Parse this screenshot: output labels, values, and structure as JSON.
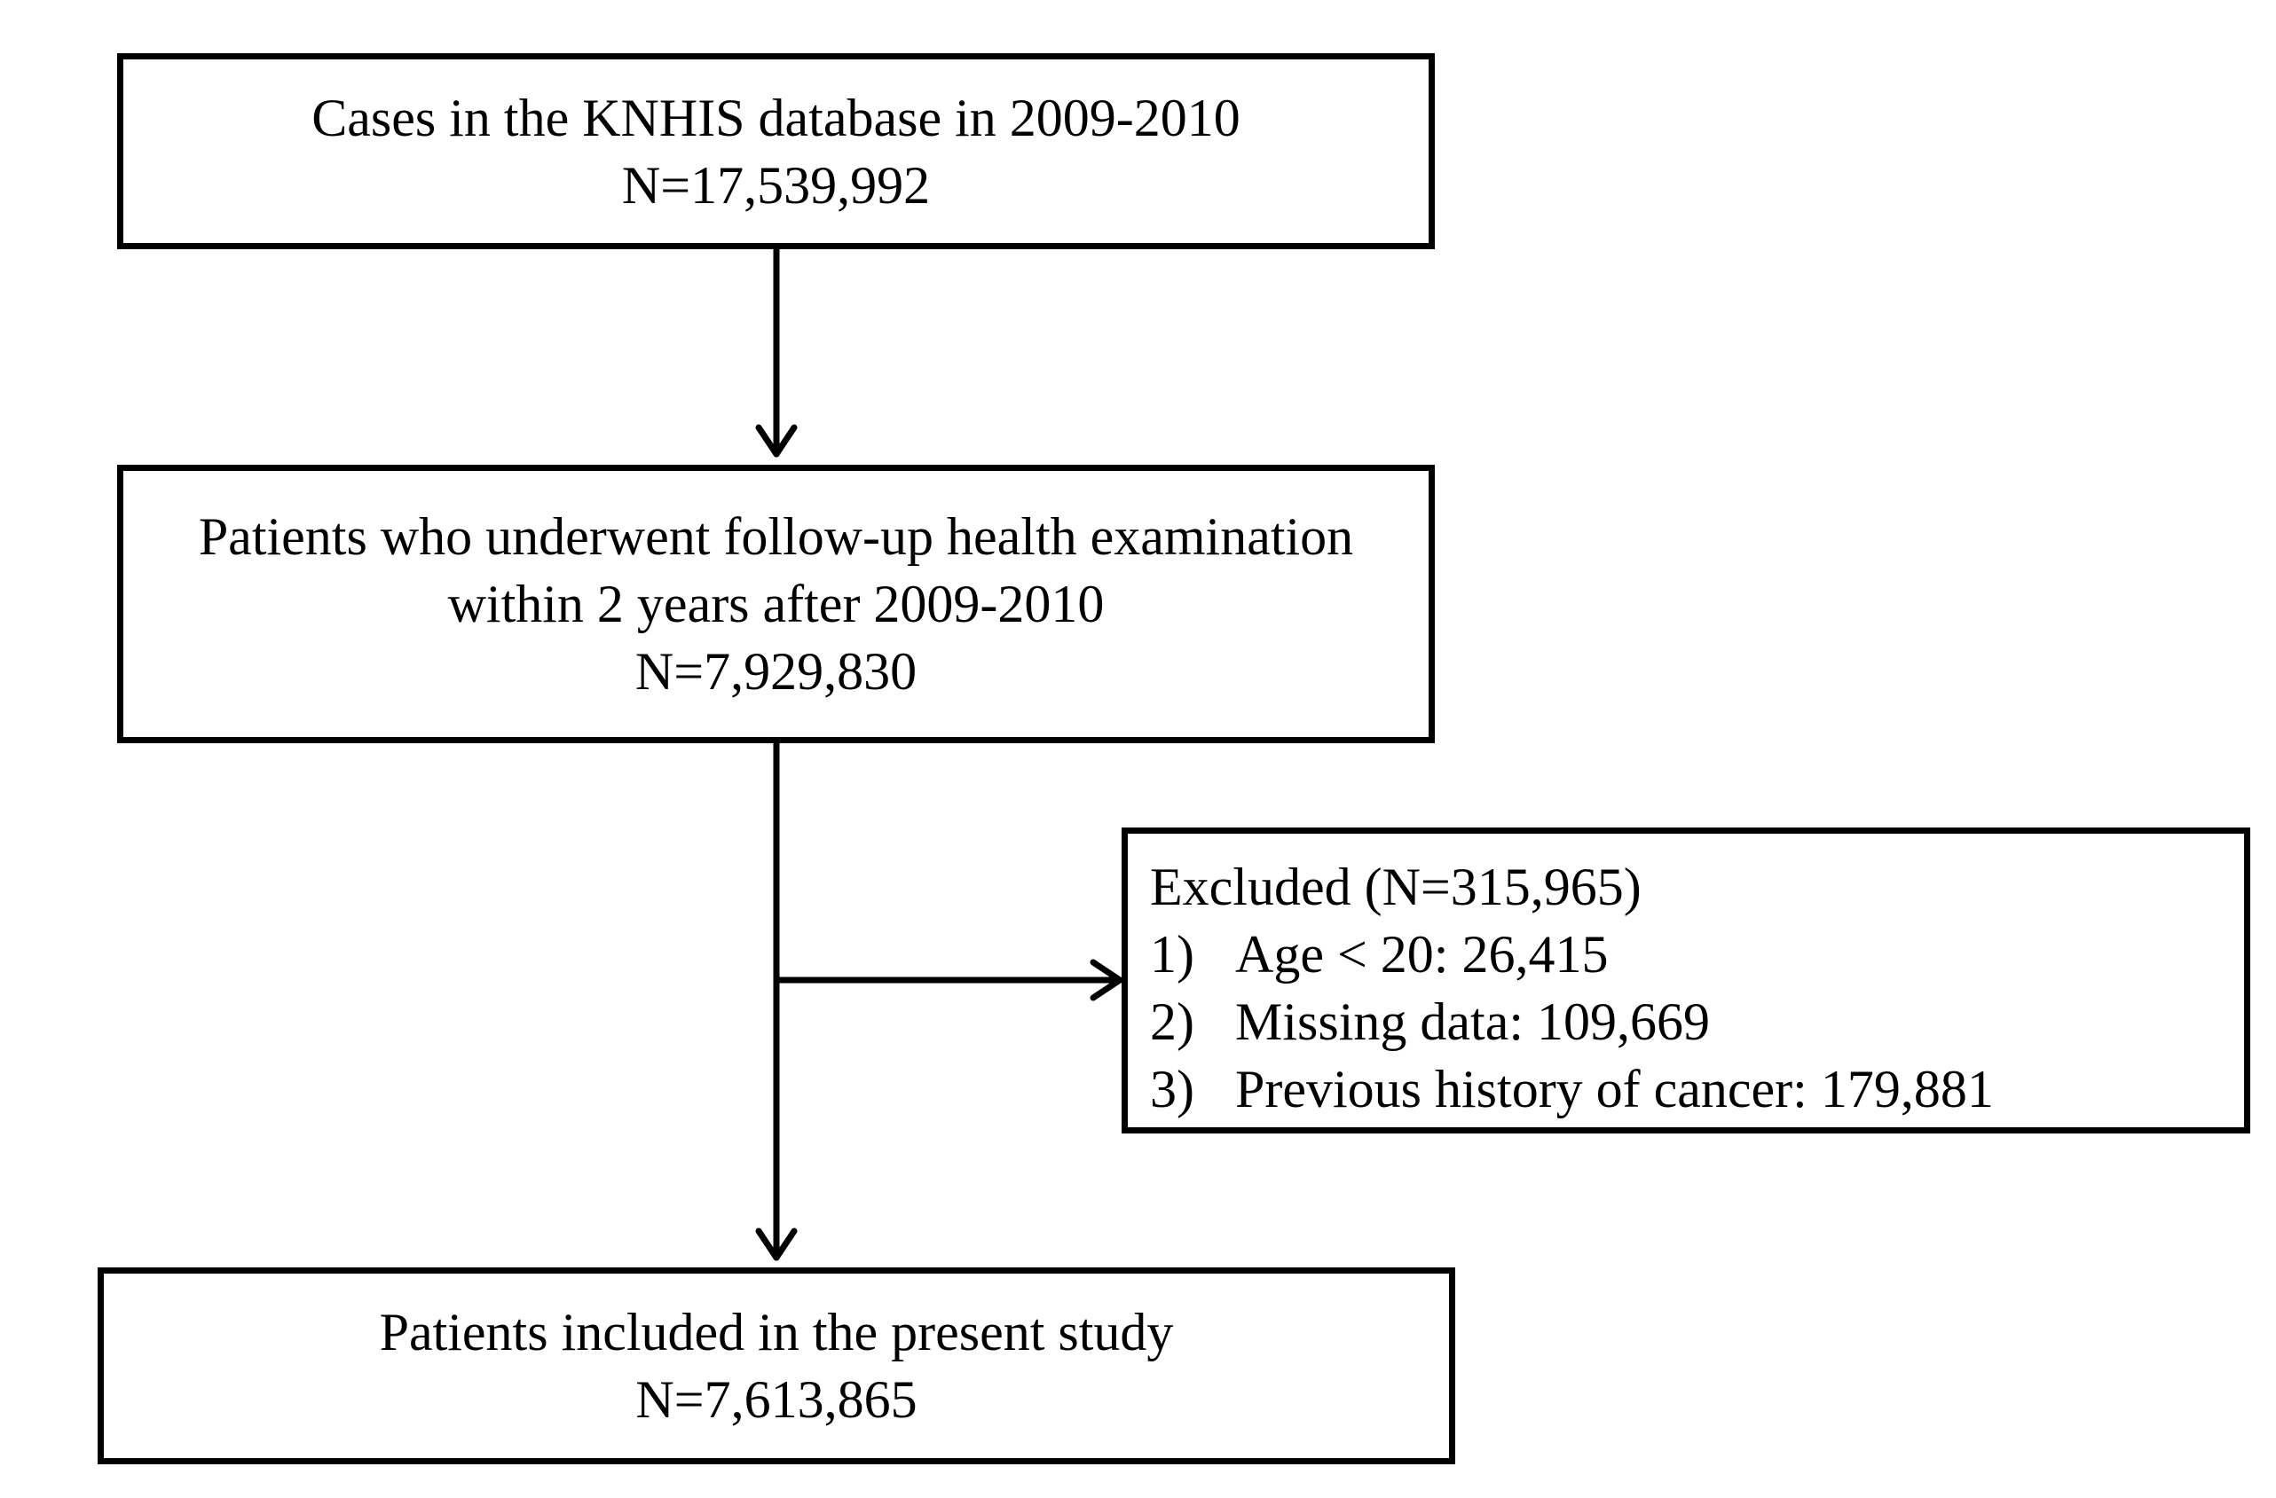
{
  "flowchart": {
    "box1": {
      "lines": [
        "Cases in the KNHIS database in 2009-2010",
        "N=17,539,992"
      ]
    },
    "box2": {
      "lines": [
        "Patients who underwent follow-up health examination",
        "within 2 years after 2009-2010",
        "N=7,929,830"
      ]
    },
    "excluded": {
      "heading": "Excluded (N=315,965)",
      "items": [
        {
          "num": "1)",
          "text": "Age < 20: 26,415"
        },
        {
          "num": "2)",
          "text": "Missing data: 109,669"
        },
        {
          "num": "3)",
          "text": "Previous history of cancer: 179,881"
        }
      ]
    },
    "box3": {
      "lines": [
        "Patients included in the present study",
        "N=7,613,865"
      ]
    }
  },
  "colors": {
    "line": "#000000",
    "background": "#ffffff"
  }
}
